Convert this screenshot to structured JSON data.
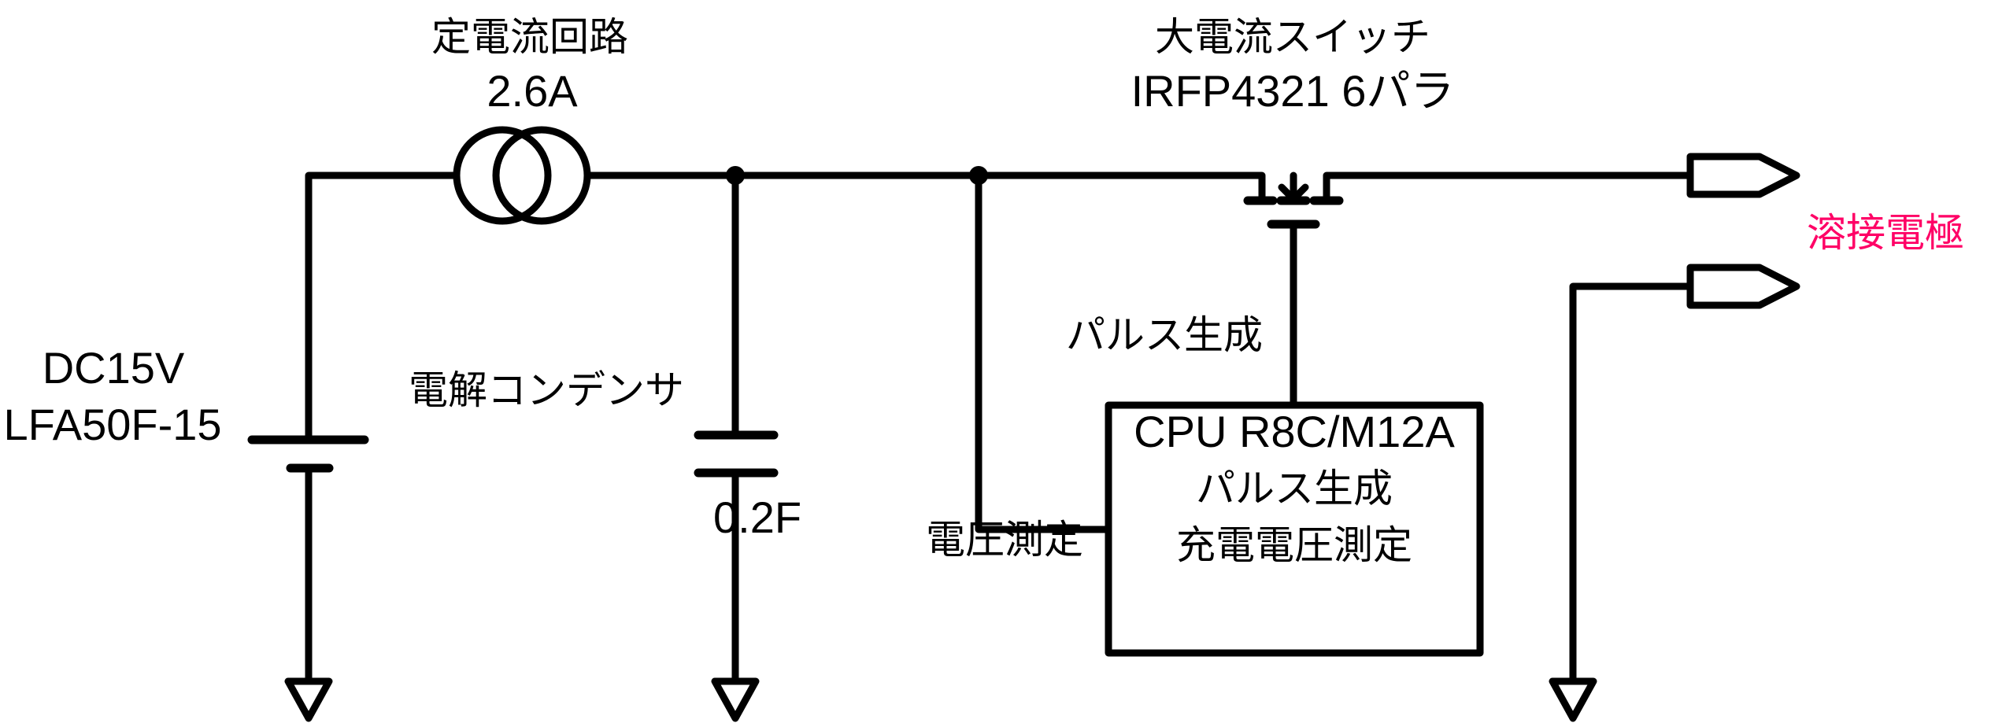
{
  "title": "溶接機 回路ブロック図",
  "colors": {
    "line": "#000000",
    "accent": "#FF0066",
    "background": "#FFFFFF"
  },
  "components": {
    "power_supply": {
      "label_line1": "DC15V",
      "label_line2": "LFA50F-15",
      "icon": "battery-icon"
    },
    "current_source": {
      "label": "定電流回路",
      "value": "2.6A",
      "icon": "current-source-icon"
    },
    "capacitor": {
      "label": "電解コンデンサ",
      "value": "0.2F",
      "icon": "capacitor-icon"
    },
    "switch": {
      "label": "大電流スイッチ",
      "part": "IRFP4321 6パラ",
      "icon": "mosfet-icon"
    },
    "gate_signal": {
      "label": "パルス生成"
    },
    "voltage_sense": {
      "label": "電圧測定"
    },
    "cpu": {
      "line1": "CPU R8C/M12A",
      "line2": "パルス生成",
      "line3": "充電電圧測定"
    },
    "electrodes": {
      "label": "溶接電極",
      "icon": "electrode-terminal-icon"
    },
    "ground": {
      "icon": "ground-icon"
    }
  }
}
